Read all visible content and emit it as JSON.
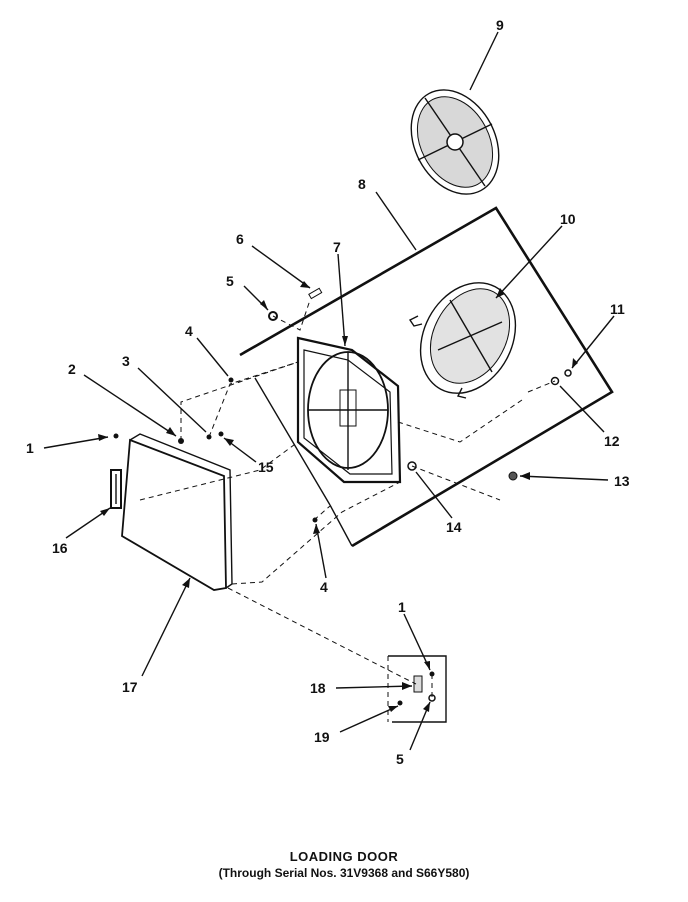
{
  "caption": {
    "title": "LOADING DOOR",
    "subtitle": "(Through Serial Nos. 31V9368 and S66Y580)"
  },
  "callouts": [
    {
      "id": "c1a",
      "label": "1"
    },
    {
      "id": "c1b",
      "label": "1"
    },
    {
      "id": "c2",
      "label": "2"
    },
    {
      "id": "c3",
      "label": "3"
    },
    {
      "id": "c4a",
      "label": "4"
    },
    {
      "id": "c4b",
      "label": "4"
    },
    {
      "id": "c5a",
      "label": "5"
    },
    {
      "id": "c5b",
      "label": "5"
    },
    {
      "id": "c6",
      "label": "6"
    },
    {
      "id": "c7",
      "label": "7"
    },
    {
      "id": "c8",
      "label": "8"
    },
    {
      "id": "c9",
      "label": "9"
    },
    {
      "id": "c10",
      "label": "10"
    },
    {
      "id": "c11",
      "label": "11"
    },
    {
      "id": "c12",
      "label": "12"
    },
    {
      "id": "c13",
      "label": "13"
    },
    {
      "id": "c14",
      "label": "14"
    },
    {
      "id": "c15",
      "label": "15"
    },
    {
      "id": "c16",
      "label": "16"
    },
    {
      "id": "c17",
      "label": "17"
    },
    {
      "id": "c18",
      "label": "18"
    },
    {
      "id": "c19",
      "label": "19"
    }
  ]
}
